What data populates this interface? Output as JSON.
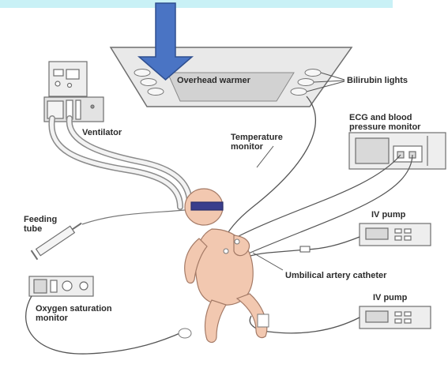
{
  "diagram": {
    "labels": {
      "overhead_warmer": "Overhead warmer",
      "bilirubin_lights": "Bilirubin lights",
      "ventilator": "Ventilator",
      "temperature_monitor_line1": "Temperature",
      "temperature_monitor_line2": "monitor",
      "ecg_line1": "ECG and blood",
      "ecg_line2": "pressure monitor",
      "feeding_tube_line1": "Feeding",
      "feeding_tube_line2": "tube",
      "iv_pump_upper": "IV pump",
      "umbilical_artery_catheter": "Umbilical artery catheter",
      "oxygen_saturation_line1": "Oxygen saturation",
      "oxygen_saturation_line2": "monitor",
      "iv_pump_lower": "IV pump"
    },
    "colors": {
      "highlight_arrow": "#4a74c4",
      "arrow_outline": "#2f4f8f",
      "top_band": "#c9f1f6",
      "equipment_fill": "#e6e6e6",
      "equipment_stroke": "#7a7a7a",
      "infant_skin": "#f2c8b0",
      "eye_shield": "#3a3e8c",
      "wire": "#555555",
      "label_text": "#2b2b2b"
    }
  }
}
